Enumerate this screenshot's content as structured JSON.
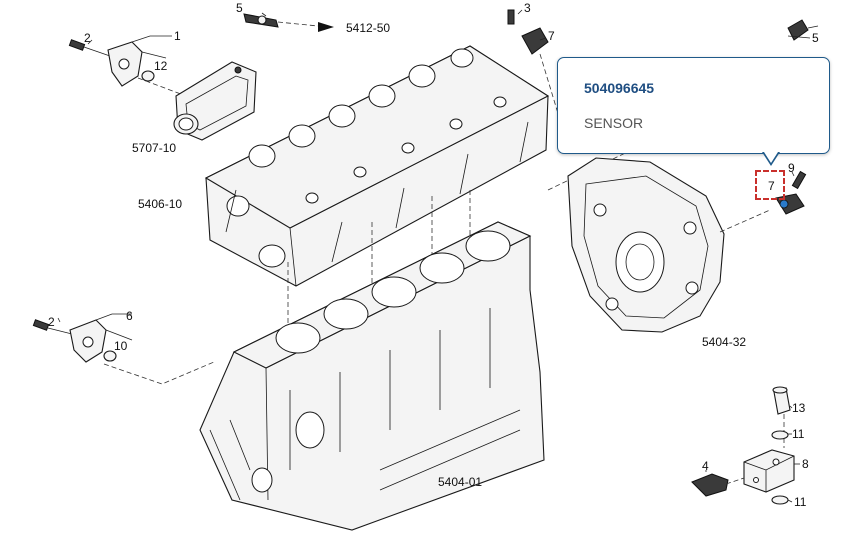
{
  "refs": {
    "r5412_50": "5412-50",
    "r5707_10": "5707-10",
    "r5406_10": "5406-10",
    "r5404_01": "5404-01",
    "r5404_32": "5404-32"
  },
  "callouts": {
    "c1": "1",
    "c2a": "2",
    "c12": "12",
    "c5a": "5",
    "c3": "3",
    "c7a": "7",
    "c5b": "5",
    "c9": "9",
    "c7b": "7",
    "c2b": "2",
    "c6": "6",
    "c10": "10",
    "c13": "13",
    "c11a": "11",
    "c8": "8",
    "c11b": "11",
    "c4": "4"
  },
  "popup": {
    "part_number": "504096645",
    "description": "SENSOR"
  },
  "colors": {
    "popup_border": "#1f5a8a",
    "part_number_text": "#1f4e82",
    "highlight": "#c9302c"
  }
}
